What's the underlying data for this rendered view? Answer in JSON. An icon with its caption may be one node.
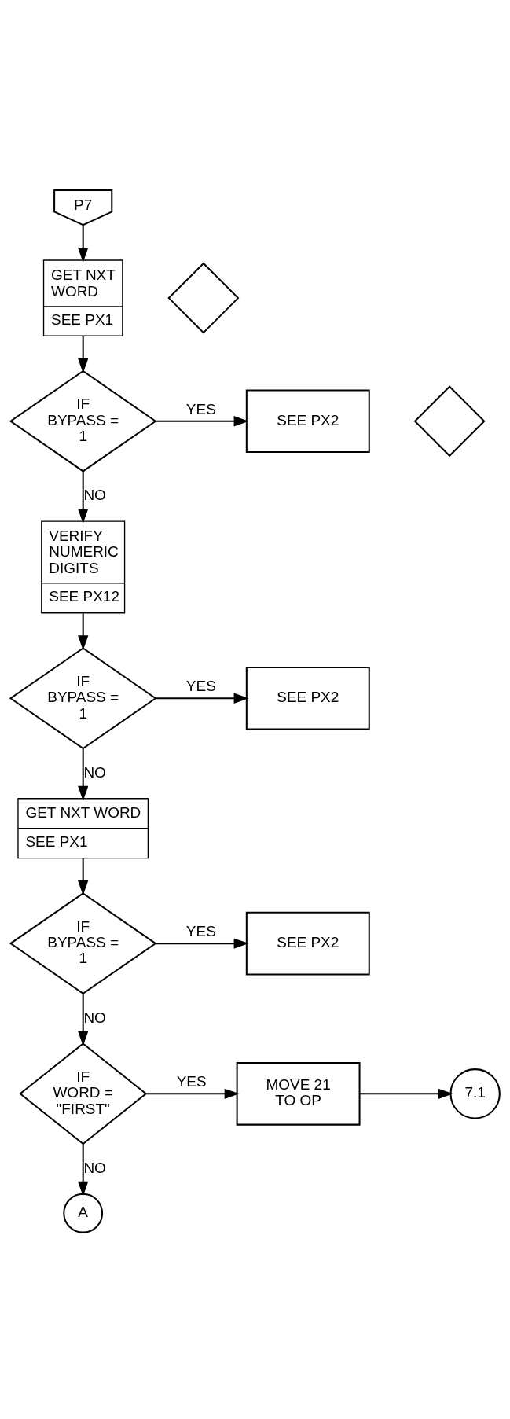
{
  "diagram": {
    "nodes": [
      {
        "text": [
          "P7"
        ]
      },
      {
        "text": [
          "GET NXT WORD",
          "SEE PX1"
        ]
      },
      {
        "text": [
          "IF BYPASS = 1"
        ]
      },
      {
        "text": [
          "SEE PX2"
        ]
      },
      {
        "text": [
          "VERIFY NUMERIC DIGITS",
          "SEE PX12"
        ]
      },
      {
        "text": [
          "IF BYPASS = 1"
        ]
      },
      {
        "text": [
          "SEE PX2"
        ]
      },
      {
        "text": [
          "GET NXT WORD",
          "SEE PX1"
        ]
      },
      {
        "text": [
          "IF BYPASS = 1"
        ]
      },
      {
        "text": [
          "SEE PX2"
        ]
      },
      {
        "text": [
          "IF WORD = \"FIRST\""
        ]
      },
      {
        "text": [
          "MOVE 21 TO OP"
        ]
      },
      {
        "text": [
          "7.1"
        ]
      },
      {
        "text": [
          "A"
        ]
      },
      {
        "text": [],
        "shape": "diamond"
      },
      {
        "text": [],
        "shape": "diamond"
      }
    ],
    "edges": [
      {
        "from": 0,
        "to": 1,
        "arrow": "to"
      },
      {
        "from": 1,
        "to": 2,
        "arrow": "to"
      },
      {
        "from": 2,
        "to": 3,
        "arrow": "to",
        "label": "YES"
      },
      {
        "from": 2,
        "to": 4,
        "arrow": "to",
        "label": "NO"
      },
      {
        "from": 4,
        "to": 5,
        "arrow": "to"
      },
      {
        "from": 5,
        "to": 6,
        "arrow": "to",
        "label": "YES"
      },
      {
        "from": 5,
        "to": 7,
        "arrow": "to",
        "label": "NO"
      },
      {
        "from": 7,
        "to": 8,
        "arrow": "to"
      },
      {
        "from": 8,
        "to": 9,
        "arrow": "to",
        "label": "YES"
      },
      {
        "from": 8,
        "to": 10,
        "arrow": "to",
        "label": "NO"
      },
      {
        "from": 10,
        "to": 11,
        "arrow": "to",
        "label": "YES"
      },
      {
        "from": 11,
        "to": 12,
        "arrow": "to"
      },
      {
        "from": 10,
        "to": 13,
        "arrow": "to",
        "label": "NO"
      }
    ]
  }
}
